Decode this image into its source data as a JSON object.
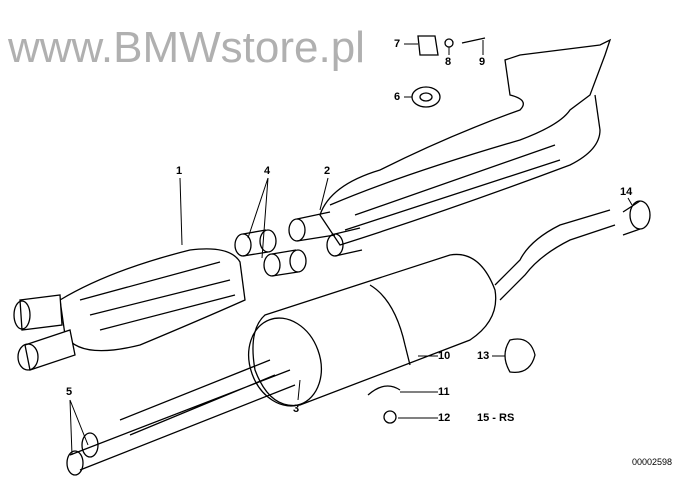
{
  "diagram": {
    "labels": [
      "1",
      "2",
      "3",
      "4",
      "5",
      "6",
      "7",
      "8",
      "9",
      "10",
      "11",
      "12",
      "13",
      "14"
    ],
    "note": "15 - RS",
    "diagram_code": "00002598",
    "watermark": "www.BMWstore.pl"
  }
}
